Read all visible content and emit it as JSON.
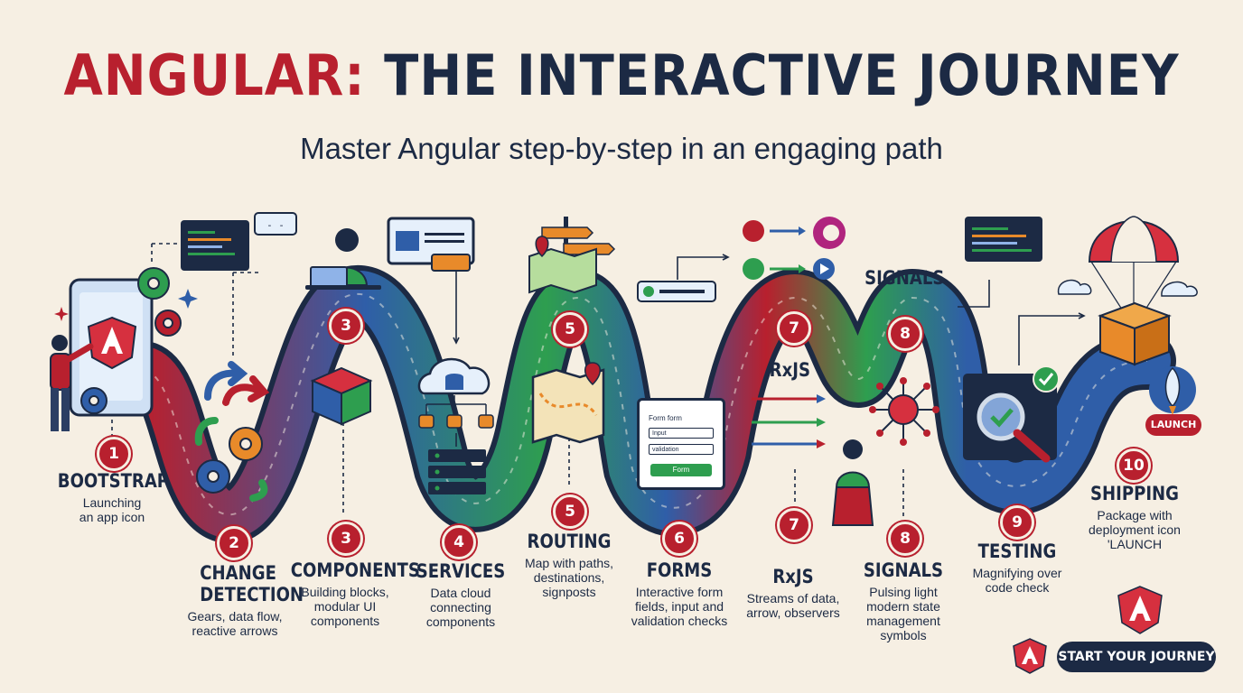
{
  "title": {
    "part1": "ANGULAR:",
    "part2": "THE INTERACTIVE JOURNEY"
  },
  "subtitle": "Master Angular step-by-step in an engaging path",
  "steps": [
    {
      "num": "1",
      "name": "BOOTSTRAP",
      "desc": "Launching an app icon"
    },
    {
      "num": "2",
      "name": "CHANGE DETECTION",
      "desc": "Gears, data flow, reactive arrows"
    },
    {
      "num": "3",
      "name": "COMPONENTS",
      "desc": "Building blocks, modular UI components"
    },
    {
      "num": "4",
      "name": "SERVICES",
      "desc": "Data cloud connecting components"
    },
    {
      "num": "5",
      "name": "ROUTING",
      "desc": "Map with paths, destinations, signposts"
    },
    {
      "num": "6",
      "name": "FORMS",
      "desc": "Interactive form fields, input and validation checks"
    },
    {
      "num": "7",
      "name": "RxJS",
      "desc": "Streams of data, arrow, observers"
    },
    {
      "num": "8",
      "name": "SIGNALS",
      "desc": "Pulsing light modern state management symbols"
    },
    {
      "num": "9",
      "name": "TESTING",
      "desc": "Magnifying over code check"
    },
    {
      "num": "10",
      "name": "SHIPPING",
      "desc": "Package with deployment icon 'LAUNCH"
    }
  ],
  "upper_badges": {
    "b3": "3",
    "b5": "5",
    "b7": "7",
    "b8": "8"
  },
  "upper_labels": {
    "rxjs": "RxJS",
    "signals": "SIGNALS"
  },
  "form_mock": {
    "title": "Form form",
    "input": "Input",
    "validation": "validation",
    "button": "Form"
  },
  "launch_label": "LAUNCH",
  "cta_label": "START YOUR JOURNEY",
  "colors": {
    "red": "#b8202e",
    "navy": "#1c2a44",
    "blue": "#2f5ea8",
    "green": "#2e9e4f",
    "orange": "#e88a2a",
    "background": "#f6efe3"
  },
  "icons": [
    "angular-logo-icon",
    "gear-icon",
    "arrow-icon",
    "cube-icon",
    "cloud-database-icon",
    "server-icon",
    "map-icon",
    "signpost-icon",
    "form-icon",
    "stream-arrows-icon",
    "signal-burst-icon",
    "magnifier-check-icon",
    "parachute-package-icon",
    "rocket-icon",
    "laptop-person-icon"
  ]
}
